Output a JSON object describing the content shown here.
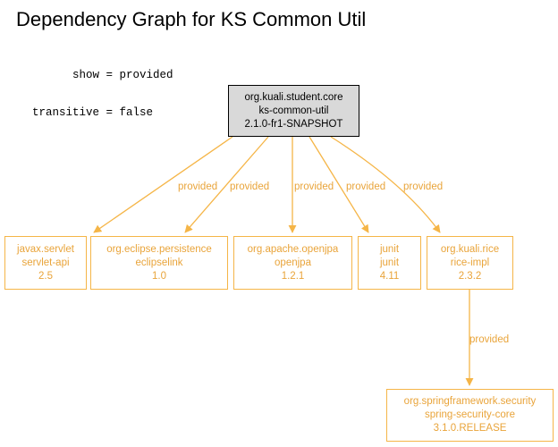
{
  "title": "Dependency Graph for KS Common Util",
  "params": [
    {
      "key": "show",
      "value": "provided"
    },
    {
      "key": "transitive",
      "value": "false"
    }
  ],
  "colors": {
    "edge": "#f5b547",
    "dep_text": "#e9a43a",
    "root_fill": "#d9d9d9",
    "root_border": "#000000"
  },
  "root": {
    "group": "org.kuali.student.core",
    "artifact": "ks-common-util",
    "version": "2.1.0-fr1-SNAPSHOT"
  },
  "dependencies": [
    {
      "id": "servlet",
      "group": "javax.servlet",
      "artifact": "servlet-api",
      "version": "2.5",
      "scope": "provided"
    },
    {
      "id": "eclipselink",
      "group": "org.eclipse.persistence",
      "artifact": "eclipselink",
      "version": "1.0",
      "scope": "provided"
    },
    {
      "id": "openjpa",
      "group": "org.apache.openjpa",
      "artifact": "openjpa",
      "version": "1.2.1",
      "scope": "provided"
    },
    {
      "id": "junit",
      "group": "junit",
      "artifact": "junit",
      "version": "4.11",
      "scope": "provided"
    },
    {
      "id": "rice",
      "group": "org.kuali.rice",
      "artifact": "rice-impl",
      "version": "2.3.2",
      "scope": "provided"
    }
  ],
  "transitive_dependencies": [
    {
      "id": "spring",
      "parent": "rice",
      "group": "org.springframework.security",
      "artifact": "spring-security-core",
      "version": "3.1.0.RELEASE",
      "scope": "provided"
    }
  ]
}
